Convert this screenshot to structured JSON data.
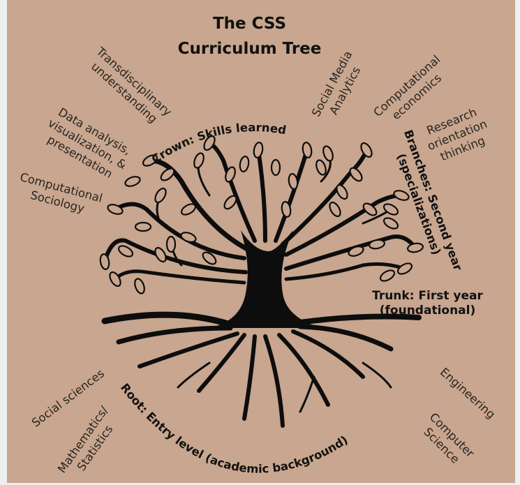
{
  "title": {
    "line1": "The CSS",
    "line2": "Curriculum Tree"
  },
  "crown": {
    "label": "Crown: Skills learned",
    "skills": [
      {
        "lines": [
          "Transdisciplinary",
          "understanding"
        ]
      },
      {
        "lines": [
          "Data analysis,",
          "visualization, &",
          "presentation"
        ]
      },
      {
        "lines": [
          "Computational",
          "Sociology"
        ]
      },
      {
        "lines": [
          "Social Media",
          "Analytics"
        ]
      },
      {
        "lines": [
          "Computational",
          "economics"
        ]
      },
      {
        "lines": [
          "Research",
          "orientation",
          "thinking"
        ]
      }
    ]
  },
  "branches": {
    "lines": [
      "Branches: Second year",
      "(specializations)"
    ]
  },
  "trunk": {
    "lines": [
      "Trunk: First year",
      "(foundational)"
    ]
  },
  "root": {
    "label": "Root: Entry level (academic background)",
    "backgrounds": [
      {
        "lines": [
          "Social sciences"
        ]
      },
      {
        "lines": [
          "Mathematics/",
          "Statistics"
        ]
      },
      {
        "lines": [
          "Engineering"
        ]
      },
      {
        "lines": [
          "Computer",
          "Science"
        ]
      }
    ]
  },
  "colors": {
    "background": "#c8a68f",
    "tree": "#0d0d0d",
    "text": "#2a2420"
  }
}
